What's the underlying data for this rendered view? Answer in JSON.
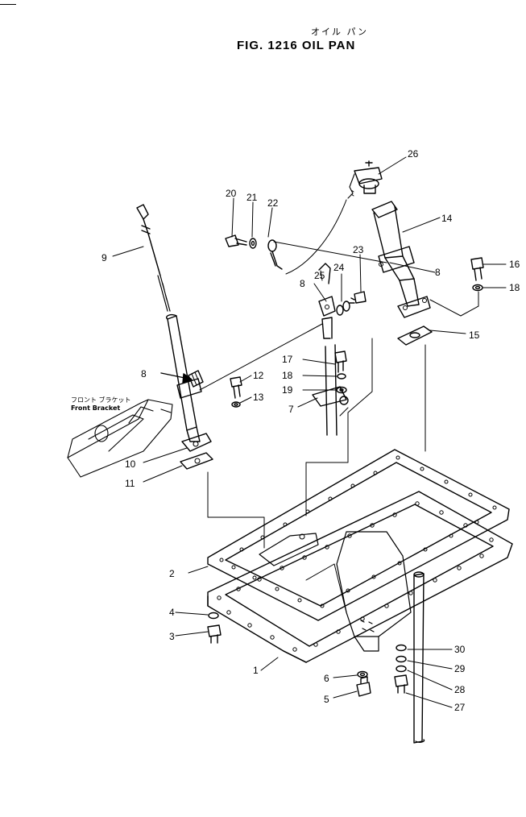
{
  "header": {
    "title_jp": "オイル パン",
    "title": "FIG. 1216  OIL PAN"
  },
  "annotation": {
    "front_bracket_jp": "フロント ブラケット",
    "front_bracket_en": "Front Bracket"
  },
  "callouts": [
    "1",
    "2",
    "3",
    "4",
    "5",
    "6",
    "7",
    "8",
    "9",
    "10",
    "11",
    "12",
    "13",
    "14",
    "15",
    "16",
    "17",
    "18",
    "19",
    "20",
    "21",
    "22",
    "23",
    "24",
    "25",
    "26",
    "27",
    "28",
    "29",
    "30"
  ]
}
